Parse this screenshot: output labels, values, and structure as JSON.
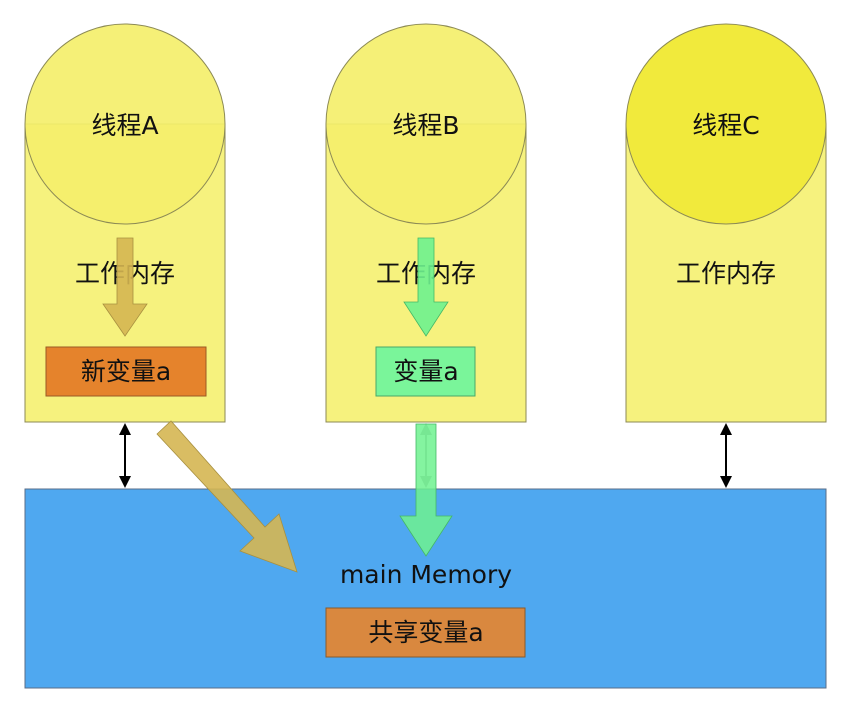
{
  "threads": [
    {
      "name": "线程A",
      "memory_label": "工作内存",
      "variable": "新变量a"
    },
    {
      "name": "线程B",
      "memory_label": "工作内存",
      "variable": "变量a"
    },
    {
      "name": "线程C",
      "memory_label": "工作内存"
    }
  ],
  "main_memory": {
    "label": "main Memory",
    "variable": "共享变量a"
  },
  "colors": {
    "thread_body": "#f6f27e",
    "thread_head": "#f4ef6b",
    "thread_head_c": "#f1ea3c",
    "main_memory": "#4fa8f0",
    "new_var": "#e5832c",
    "shared_var": "#d9883f",
    "var_b": "#7af59a",
    "arrow_gold": "#d5b652",
    "arrow_green": "#6ef28f",
    "outline": "#8c8a55"
  }
}
